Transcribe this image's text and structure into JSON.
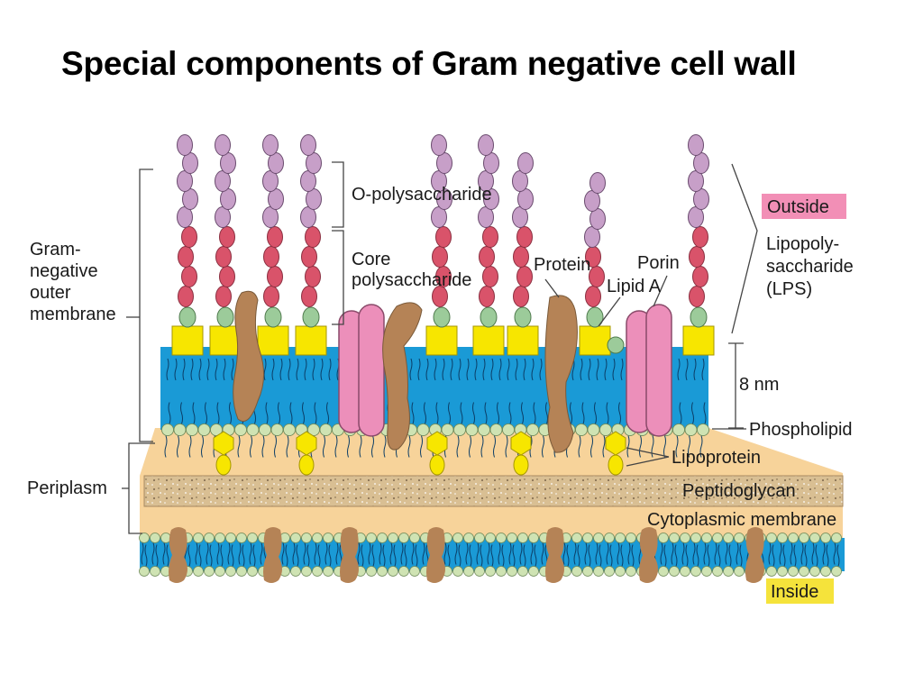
{
  "title": "Special components of Gram negative cell wall",
  "labels": {
    "o_polysaccharide": "O-polysaccharide",
    "core_line1": "Core",
    "core_line2": "polysaccharide",
    "protein": "Protein",
    "porin": "Porin",
    "lipid_a": "Lipid A",
    "outside": "Outside",
    "lps_line1": "Lipopoly-",
    "lps_line2": "saccharide",
    "lps_line3": "(LPS)",
    "gram_line1": "Gram-",
    "gram_line2": "negative",
    "gram_line3": "outer",
    "gram_line4": "membrane",
    "thickness": "8 nm",
    "phospholipid": "Phospholipid",
    "lipoprotein": "Lipoprotein",
    "periplasm": "Periplasm",
    "peptidoglycan": "Peptidoglycan",
    "cytoplasmic_membrane": "Cytoplasmic membrane",
    "inside": "Inside"
  },
  "colors": {
    "o_polysaccharide_bead": "#c79fc8",
    "core_bead": "#d9536a",
    "lipid_a_bead": "#9ccb9a",
    "lipid_a_square": "#f7e600",
    "membrane_blue": "#1a9ad6",
    "phospholipid_head": "#cfe3b3",
    "protein_brown": "#b58356",
    "porin_pink": "#ec8fba",
    "periplasm_tan": "#f7d39a",
    "peptidoglycan": "#d9bf93",
    "outside_tag": "#f28fb6",
    "inside_tag": "#f5e33b"
  }
}
